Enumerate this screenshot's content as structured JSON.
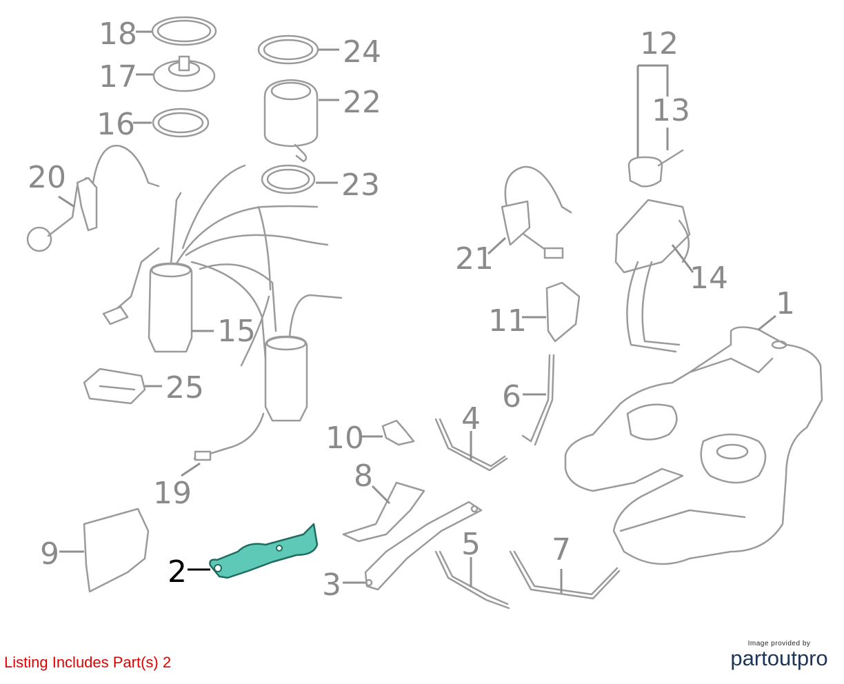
{
  "callouts": {
    "n1": "1",
    "n2": "2",
    "n3": "3",
    "n4": "4",
    "n5": "5",
    "n6": "6",
    "n7": "7",
    "n8": "8",
    "n9": "9",
    "n10": "10",
    "n11": "11",
    "n12": "12",
    "n13": "13",
    "n14": "14",
    "n15": "15",
    "n16": "16",
    "n17": "17",
    "n18": "18",
    "n19": "19",
    "n20": "20",
    "n21": "21",
    "n22": "22",
    "n23": "23",
    "n24": "24",
    "n25": "25"
  },
  "highlight": {
    "color": "#5ec9b6",
    "part": "2"
  },
  "listing": {
    "text": "Listing Includes Part(s) 2",
    "color": "#e00000"
  },
  "brand": {
    "provided_by": "Image provided by",
    "name": "partoutpro"
  }
}
